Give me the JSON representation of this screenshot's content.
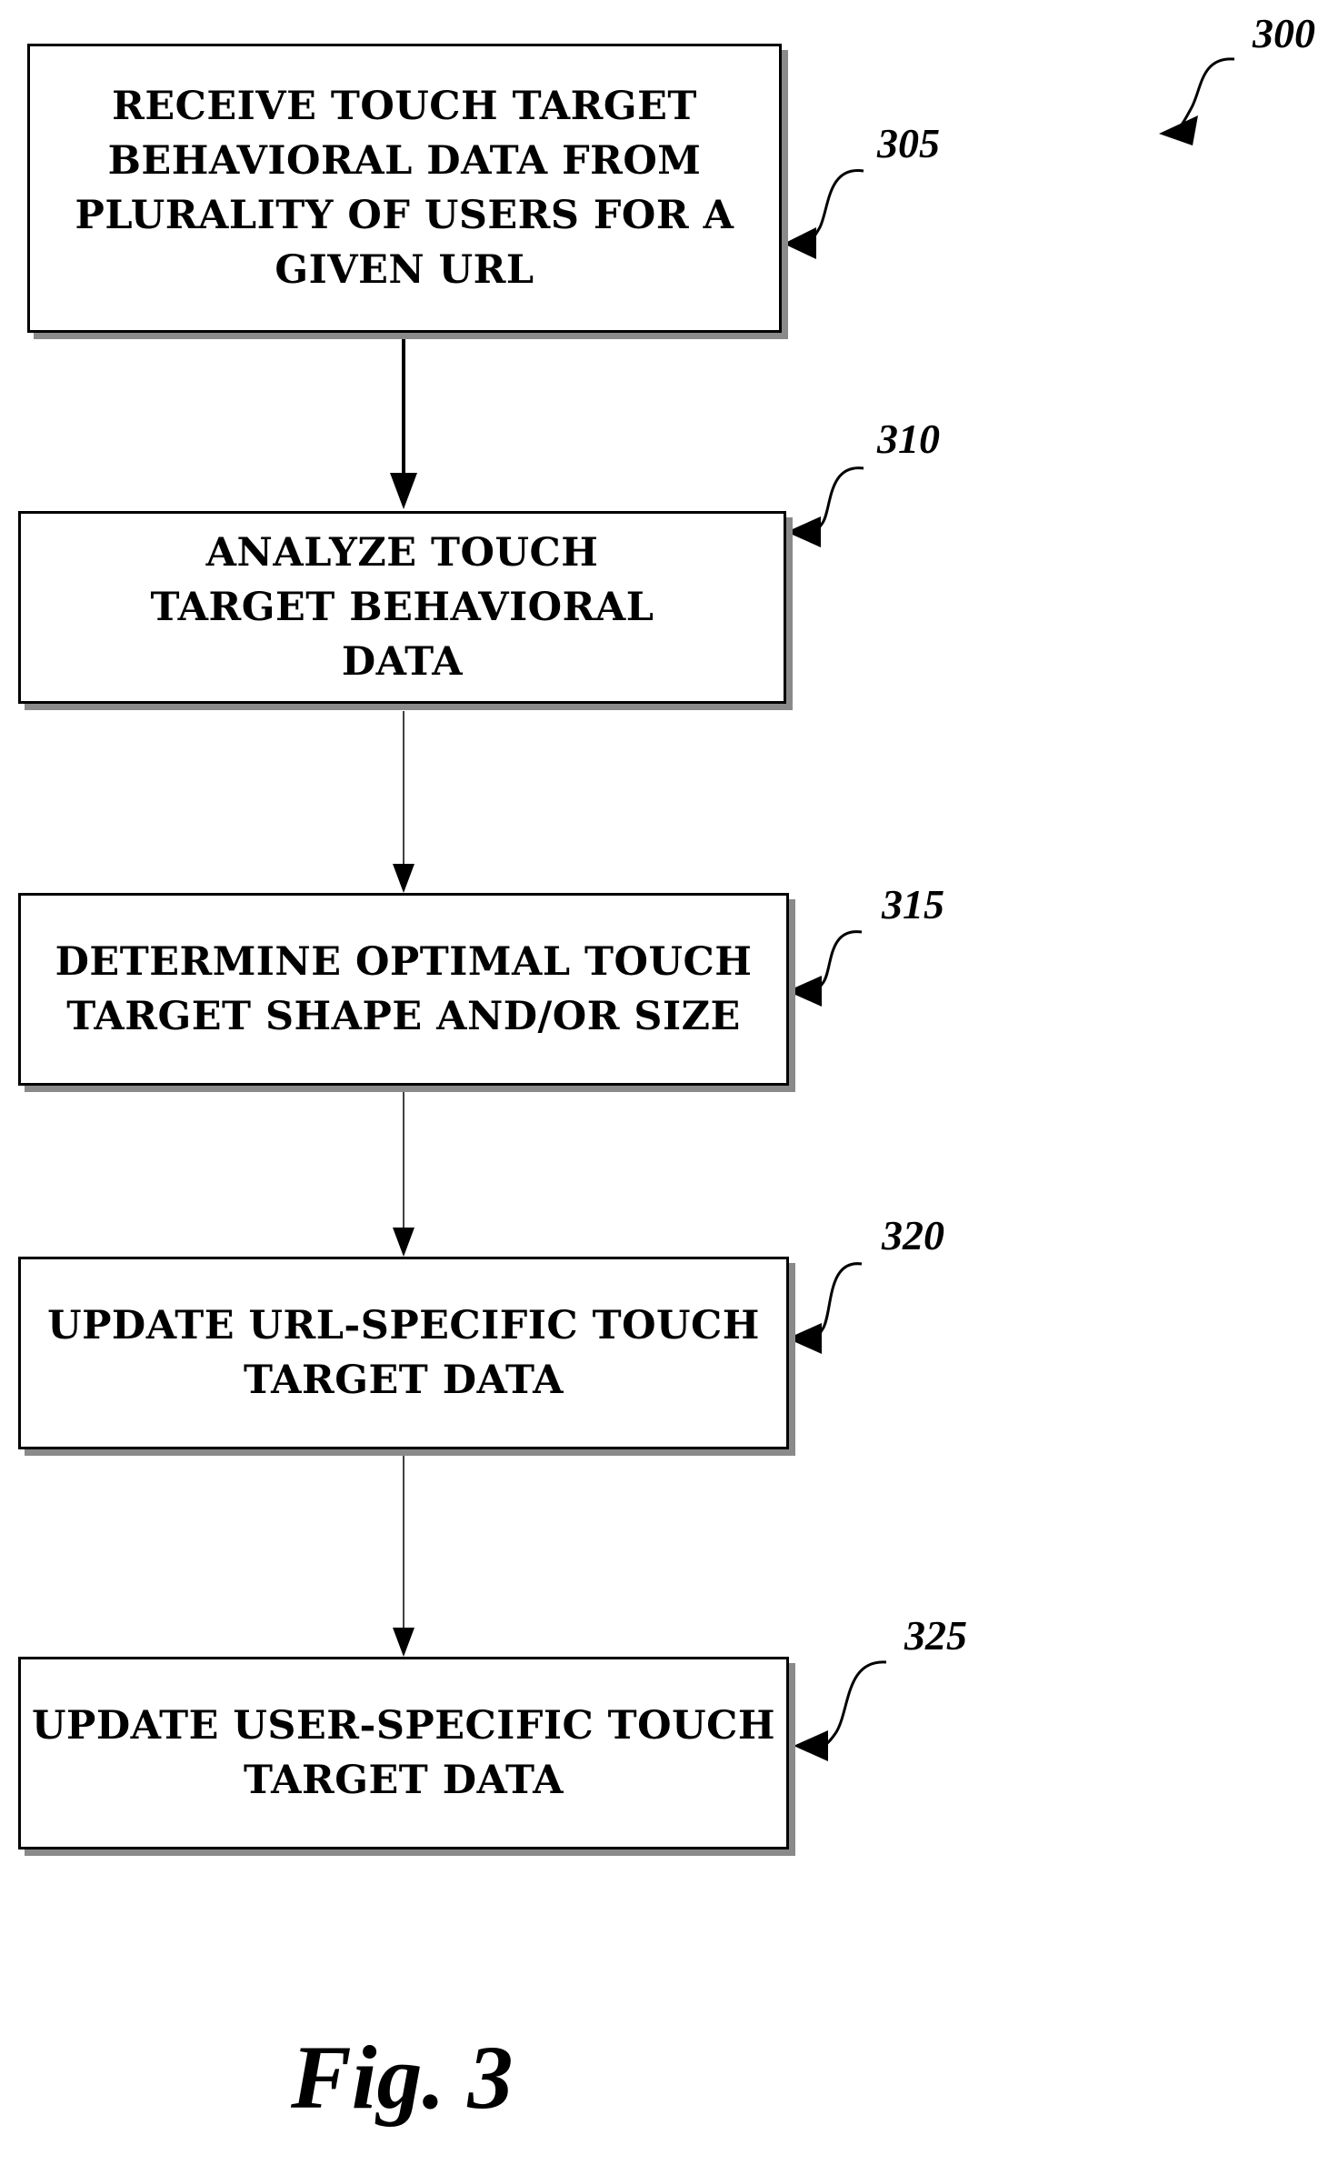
{
  "figure": {
    "number": "300",
    "caption": "Fig. 3"
  },
  "steps": [
    {
      "ref": "305",
      "text": "RECEIVE TOUCH TARGET BEHAVIORAL DATA FROM PLURALITY OF USERS FOR A GIVEN URL"
    },
    {
      "ref": "310",
      "text": "ANALYZE TOUCH TARGET BEHAVIORAL DATA"
    },
    {
      "ref": "315",
      "text": "DETERMINE OPTIMAL TOUCH TARGET SHAPE AND/OR SIZE"
    },
    {
      "ref": "320",
      "text": "UPDATE URL-SPECIFIC TOUCH TARGET DATA"
    },
    {
      "ref": "325",
      "text": "UPDATE USER-SPECIFIC TOUCH TARGET DATA"
    }
  ],
  "flow": [
    {
      "from": "305",
      "to": "310"
    },
    {
      "from": "310",
      "to": "315"
    },
    {
      "from": "315",
      "to": "320"
    },
    {
      "from": "320",
      "to": "325"
    }
  ]
}
